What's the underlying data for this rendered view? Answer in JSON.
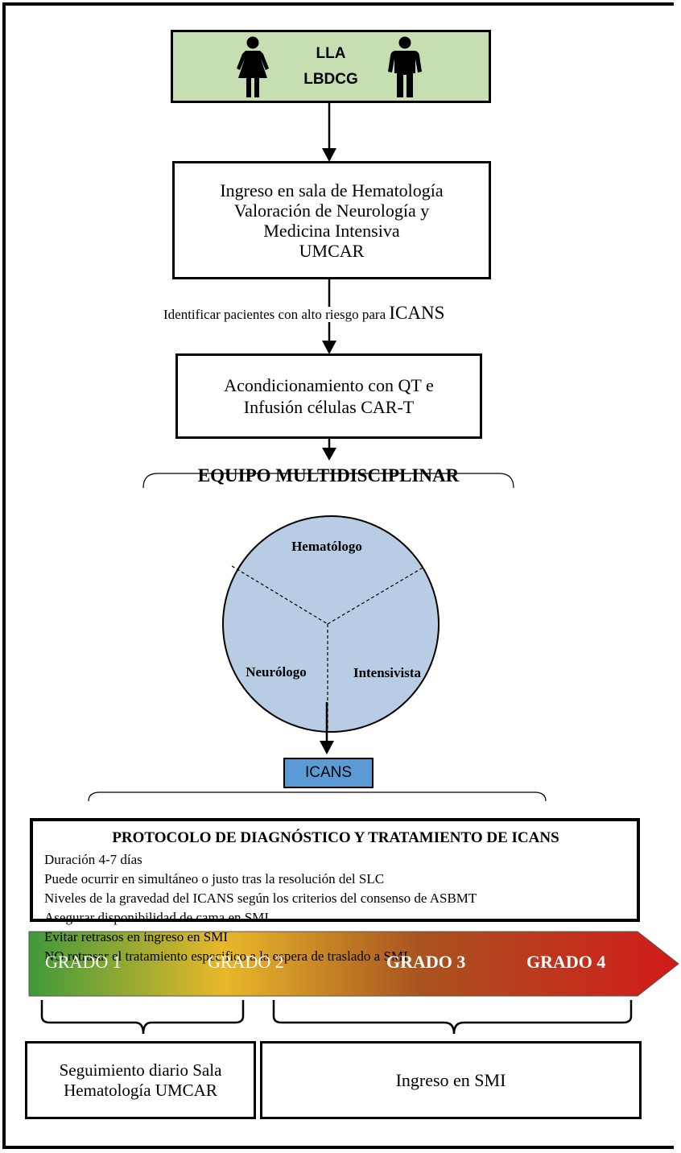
{
  "top_box": {
    "line1": "LLA",
    "line2": "LBDCG",
    "icons": [
      "woman-icon",
      "man-icon"
    ],
    "fill": "#c6deb1"
  },
  "box_ingreso": {
    "lines": [
      "Ingreso en sala de Hematología",
      "Valoración de Neurología y",
      "Medicina Intensiva",
      "UMCAR"
    ]
  },
  "risk_label": {
    "main": "Identificar pacientes con alto riesgo para ",
    "emph": "ICANS"
  },
  "box_acond": {
    "lines": [
      "Acondicionamiento con QT e",
      "Infusión células CAR-T"
    ]
  },
  "team_title": "EQUIPO MULTIDISCIPLINAR",
  "circle": {
    "top": "Hematólogo",
    "left": "Neurólogo",
    "right": "Intensivista",
    "fill": "#b8cce4"
  },
  "icans_box": {
    "label": "ICANS",
    "fill": "#5b9bd5"
  },
  "protocol": {
    "title": "PROTOCOLO DE DIAGNÓSTICO Y TRATAMIENTO DE ICANS",
    "items": [
      "Duración 4-7 días",
      "Puede ocurrir en simultáneo o justo tras la resolución del SLC",
      "Niveles de la gravedad del ICANS según los criterios del consenso de ASBMT",
      "Asegurar disponibilidad de cama en SMI",
      "Evitar retrasos en ingreso en SMI",
      "NO retrasar el tratamiento especifico a la espera de traslado a SMI"
    ]
  },
  "grades": [
    "GRADO 1",
    "GRADO 2",
    "GRADO 3",
    "GRADO 4"
  ],
  "gradient_colors": [
    "#3f9a3a",
    "#e8b82a",
    "#a8341f",
    "#d21a1a"
  ],
  "box_seguimiento": {
    "lines": [
      "Seguimiento diario Sala",
      "Hematología UMCAR"
    ]
  },
  "box_smi": {
    "label": "Ingreso en SMI"
  }
}
